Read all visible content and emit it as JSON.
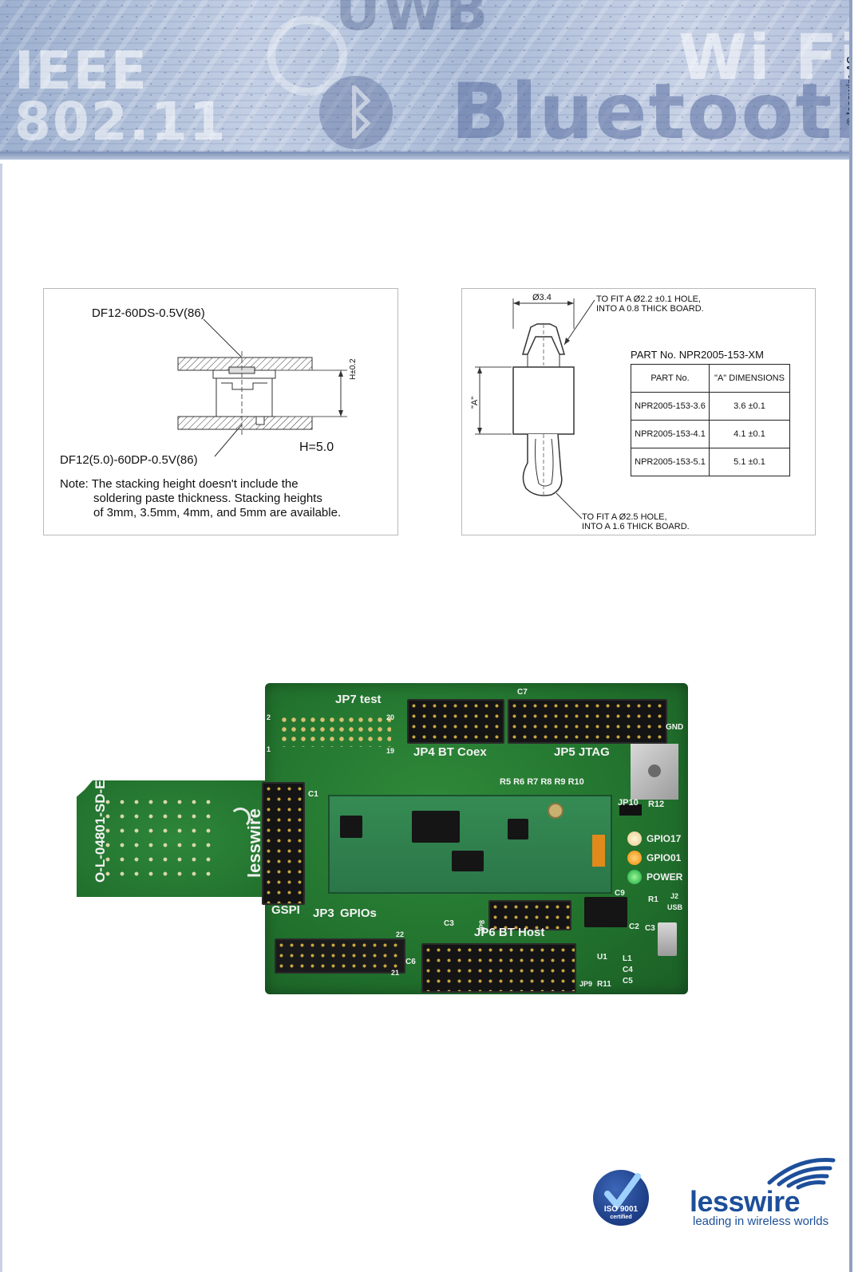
{
  "banner": {
    "words": [
      "IEEE",
      "802.11",
      "UWB",
      "Bluetooth",
      "Wi Fi"
    ],
    "copyright": "© lesswire AG"
  },
  "figure_connector": {
    "top_part": "DF12-60DS-0.5V(86)",
    "bottom_part": "DF12(5.0)-60DP-0.5V(86)",
    "height_dim_label": "H±0.2",
    "height_value": "H=5.0",
    "note_line1": "Note: The stacking height doesn't include the",
    "note_line2": "soldering paste thickness. Stacking heights",
    "note_line3": "of 3mm, 3.5mm, 4mm, and 5mm are available."
  },
  "figure_spacer": {
    "diameter_label": "Ø3.4",
    "top_callout_line1": "TO FIT A Ø2.2 ±0.1 HOLE,",
    "top_callout_line2": "INTO A 0.8 THICK BOARD.",
    "bottom_callout_line1": "TO FIT A Ø2.5 HOLE,",
    "bottom_callout_line2": "INTO A 1.6 THICK BOARD.",
    "dim_a_label": "\"A\"",
    "part_no_title": "PART No.   NPR2005-153-XM",
    "table_headers": [
      "PART No.",
      "\"A\" DIMENSIONS"
    ],
    "table_rows": [
      [
        "NPR2005-153-3.6",
        "3.6 ±0.1"
      ],
      [
        "NPR2005-153-4.1",
        "4.1 ±0.1"
      ],
      [
        "NPR2005-153-5.1",
        "5.1 ±0.1"
      ]
    ]
  },
  "board": {
    "jp7": "JP7 test",
    "jp4": "JP4  BT Coex",
    "jp5": "JP5  JTAG",
    "gspi": "GSPI",
    "jp3": "JP3",
    "gpios": "GPIOs",
    "jp6": "JP6 BT Host",
    "jp10": "JP10",
    "r12": "R12",
    "gpio17": "GPIO17",
    "gpio01": "GPIO01",
    "power": "POWER",
    "gnd": "GND",
    "module_id": "O-L-04801-SD-E",
    "brand": "lesswire",
    "resistors": "R5  R6  R7  R8  R9  R10",
    "c1": "C1",
    "c3": "C3",
    "c6": "C6",
    "c7": "C7",
    "c9": "C9",
    "r1": "R1",
    "c2": "C2",
    "c3b": "C3",
    "usb": "USB",
    "j2": "J2",
    "u1": "U1",
    "l1": "L1",
    "c4": "C4",
    "c5": "C5",
    "r11": "R11",
    "jp8": "JP8",
    "jp9": "JP9",
    "pin2": "2",
    "pin20": "20",
    "pin1": "1",
    "pin19": "19",
    "pin22": "22",
    "pin21": "21"
  },
  "footer": {
    "iso_line1": "ISO 9001",
    "iso_line2": "certified",
    "logo_word": "lesswire",
    "logo_tagline": "leading in wireless worlds"
  },
  "colors": {
    "brand_blue": "#1d4f9a",
    "pcb_green": "#21712d",
    "banner_blue": "#a9bad6"
  }
}
